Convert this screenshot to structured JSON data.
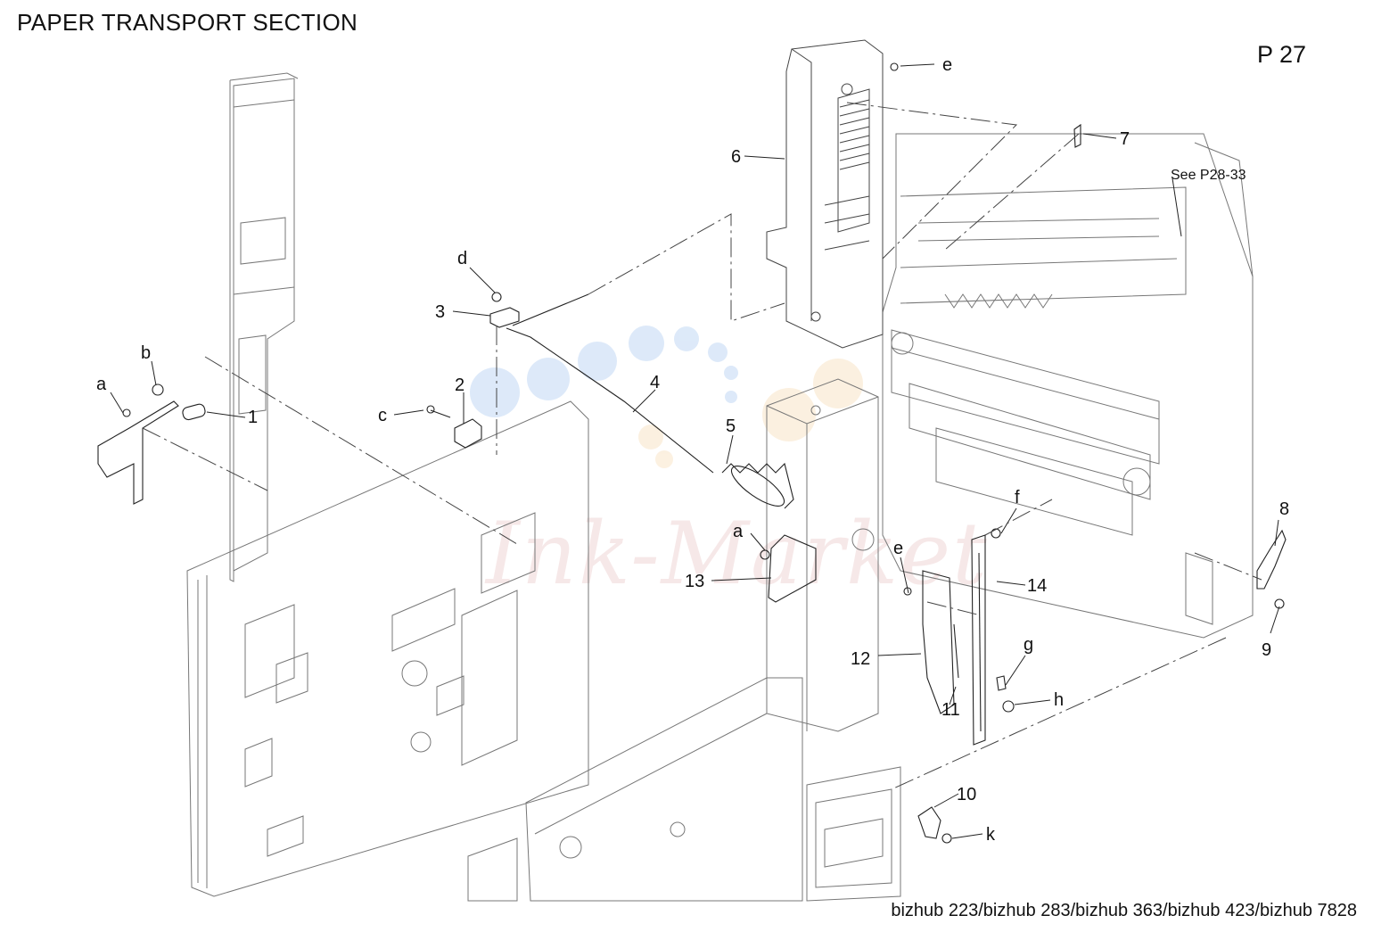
{
  "header": {
    "title": "PAPER TRANSPORT SECTION",
    "page": "P 27"
  },
  "footer": {
    "models": "bizhub 223/bizhub 283/bizhub 363/bizhub 423/bizhub 7828"
  },
  "reference": {
    "see": "See P28-33"
  },
  "watermark": {
    "text": "Ink-Market"
  },
  "callouts": {
    "c1": "1",
    "c2": "2",
    "c3": "3",
    "c4": "4",
    "c5": "5",
    "c6": "6",
    "c7": "7",
    "c8": "8",
    "c9": "9",
    "c10": "10",
    "c11": "11",
    "c12": "12",
    "c13": "13",
    "c14": "14",
    "a1": "a",
    "a2": "a",
    "b": "b",
    "c": "c",
    "d": "d",
    "e1": "e",
    "e2": "e",
    "f": "f",
    "g": "g",
    "h": "h",
    "k": "k"
  }
}
